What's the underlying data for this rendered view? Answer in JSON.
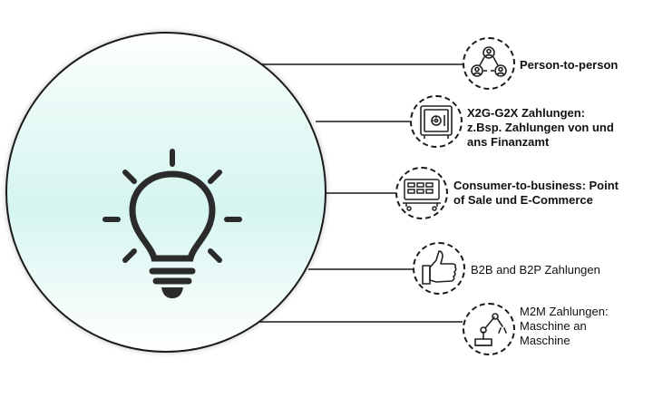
{
  "diagram": {
    "center": {
      "icon": "lightbulb-icon"
    },
    "categories": [
      {
        "label": "Person-to-person",
        "icon": "people-network-icon",
        "bold": true
      },
      {
        "label": "X2G-G2X Zahlungen:\nz.Bsp. Zahlungen von und\nans Finanzamt",
        "icon": "safe-icon",
        "bold": true
      },
      {
        "label": "Consumer-to-business: Point\nof Sale und E-Commerce",
        "icon": "pos-register-icon",
        "bold": true
      },
      {
        "label": "B2B and B2P Zahlungen",
        "icon": "thumbs-up-icon",
        "bold": false
      },
      {
        "label": "M2M Zahlungen:\nMaschine an\nMaschine",
        "icon": "robot-arm-icon",
        "bold": false
      }
    ]
  }
}
